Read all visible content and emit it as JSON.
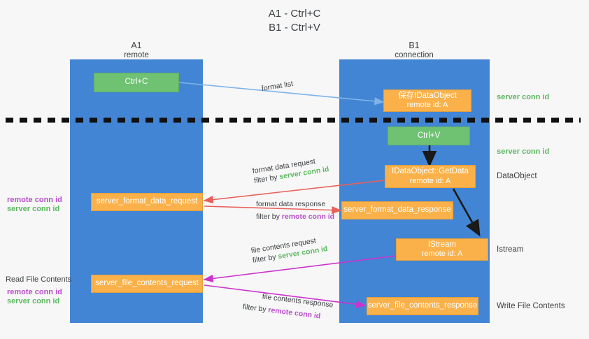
{
  "title": {
    "line1": "A1 - Ctrl+C",
    "line2": "B1 - Ctrl+V"
  },
  "lanes": [
    {
      "name": "A1",
      "sub": "remote"
    },
    {
      "name": "B1",
      "sub": "connection"
    }
  ],
  "boxes": {
    "ctrl_c": "Ctrl+C",
    "ctrl_v": "Ctrl+V",
    "save_dataobject_l1": "保存IDataObject",
    "save_dataobject_l2": "remote id: A",
    "getdata_l1": "IDataObject::GetData",
    "getdata_l2": "remote id: A",
    "istream_l1": "IStream",
    "istream_l2": "remote id: A",
    "server_format_data_request": "server_format_data_request",
    "server_format_data_response": "server_format_data_response",
    "server_file_contents_request": "server_file_contents_request",
    "server_file_contents_response": "server_file_contents_response"
  },
  "edges": {
    "format_list": "format list",
    "format_data_request": "format data request",
    "format_data_request_filter_pre": "filter by ",
    "format_data_request_filter_key": "server conn id",
    "format_data_response": "format data response",
    "format_data_response_filter_pre": "filter by ",
    "format_data_response_filter_key": "remote conn id",
    "file_contents_request": "file contents request",
    "file_contents_request_filter_pre": "filter by ",
    "file_contents_request_filter_key": "server conn id",
    "file_contents_response": "file contents response",
    "file_contents_response_filter_pre": "filter by ",
    "file_contents_response_filter_key": "remote conn id"
  },
  "annotations": {
    "right_server_conn_id_1": "server conn id",
    "right_server_conn_id_2": "server conn id",
    "right_dataobject": "DataObject",
    "right_istream": "Istream",
    "right_write_file_contents": "Write File Contents",
    "left_remote_conn_id_1": "remote conn id",
    "left_server_conn_id_1": "server conn id",
    "left_read_file_contents": "Read File Contents",
    "left_remote_conn_id_2": "remote conn id",
    "left_server_conn_id_2": "server conn id"
  },
  "colors": {
    "lane": "#4285d4",
    "green_box": "#6ec271",
    "orange_box": "#fbb149",
    "arrow_blue": "#7fb3e8",
    "arrow_red": "#e8605a",
    "arrow_magenta": "#cc33cc",
    "arrow_black": "#1a1a1a",
    "dashed_line": "#111111",
    "text_green": "#5cb860",
    "text_purple": "#b84ecb",
    "background": "#f7f7f7"
  }
}
